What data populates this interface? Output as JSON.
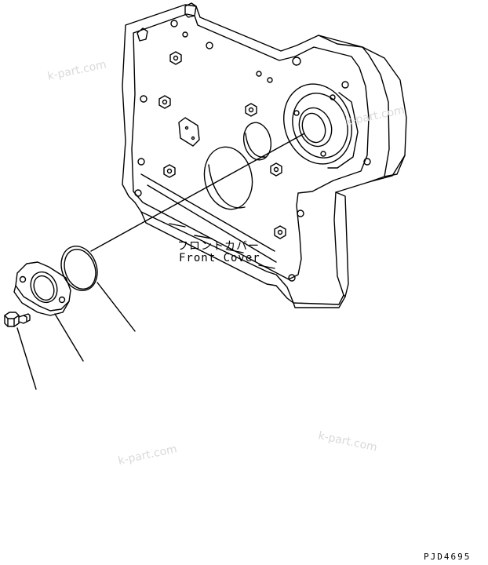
{
  "part_label": {
    "japanese": "フロントカバー",
    "english": "Front Cover"
  },
  "figure_code": "PJD4695",
  "watermarks": [
    "k-part.com",
    "k-part.com",
    "k-part.com",
    "k-part.com"
  ]
}
